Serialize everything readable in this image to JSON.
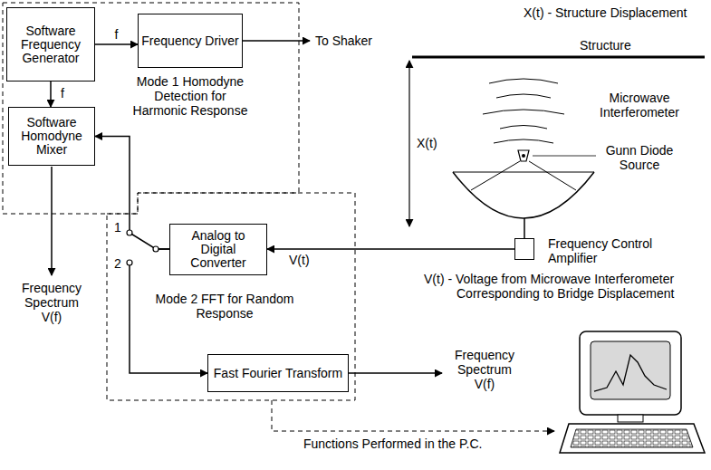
{
  "diagram": {
    "nodes": [
      {
        "text": [
          "Software Frequency Generator"
        ]
      },
      {
        "text": [
          "Frequency Driver"
        ]
      },
      {
        "text": [
          "Software Homodyne Mixer"
        ]
      },
      {
        "text": [
          "Analog to Digital Converter"
        ]
      },
      {
        "text": [
          "Fast Fourier Transform"
        ]
      },
      {
        "text": [
          "Frequency Control Amplifier"
        ]
      }
    ],
    "edges": [
      {
        "from": 0,
        "to": 1,
        "label": "f",
        "arrow": "to"
      },
      {
        "from": 0,
        "to": 2,
        "label": "f",
        "arrow": "to"
      },
      {
        "from": 5,
        "to": 3,
        "label": "V(t)",
        "arrow": "to"
      },
      {
        "from": 3,
        "to": 2,
        "arrow": "to"
      },
      {
        "from": 3,
        "to": 4,
        "arrow": "to"
      }
    ],
    "labels": [
      "X(t) - Structure Displacement",
      "Structure",
      "Microwave Interferometer",
      "Gunn Diode Source",
      "X(t)",
      "V(t) - Voltage from Microwave Interferometer Corresponding to Bridge Displacement",
      "To Shaker",
      "Mode 1 Homodyne Detection for Harmonic Response",
      "1",
      "2",
      "Mode 2 FFT for Random Response",
      "Frequency Spectrum V(f)",
      "Frequency Spectrum V(f)",
      "Functions Performed in the P.C."
    ]
  }
}
